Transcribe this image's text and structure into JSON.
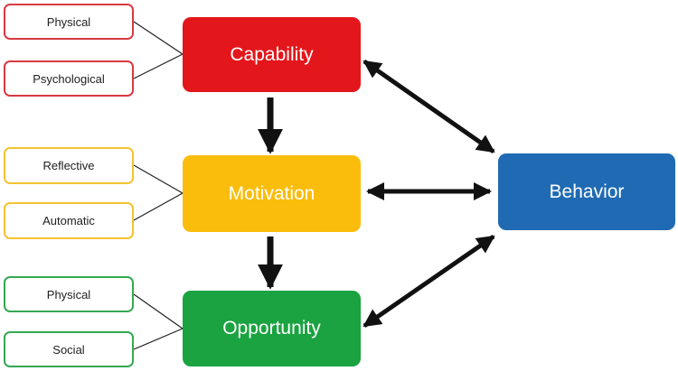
{
  "main_nodes": {
    "capability": "Capability",
    "motivation": "Motivation",
    "opportunity": "Opportunity",
    "behavior": "Behavior"
  },
  "sub_nodes": {
    "capability": [
      "Physical",
      "Psychological"
    ],
    "motivation": [
      "Reflective",
      "Automatic"
    ],
    "opportunity": [
      "Physical",
      "Social"
    ]
  },
  "colors": {
    "capability": "#e3161b",
    "motivation": "#fbbd0c",
    "opportunity": "#1aa340",
    "behavior": "#1f6ab3",
    "arrow": "#111111"
  }
}
